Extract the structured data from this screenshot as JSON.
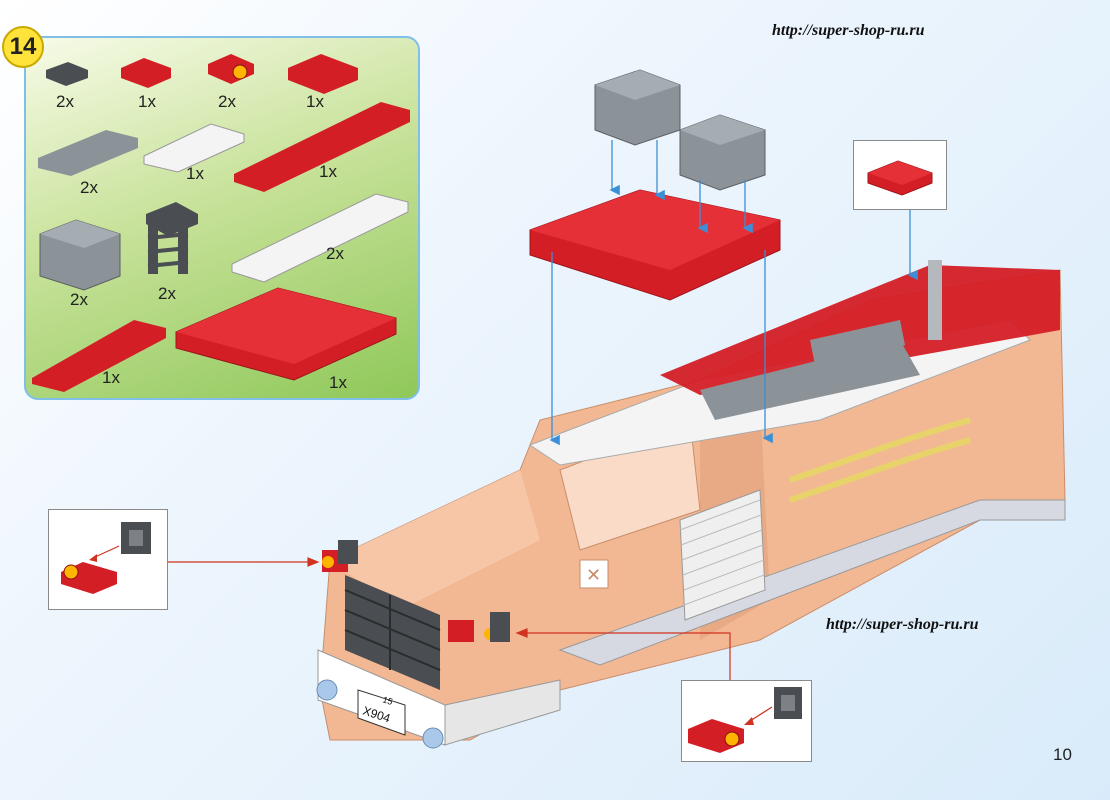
{
  "url_top": "http://super-shop-ru.ru",
  "url_mid": "http://super-shop-ru.ru",
  "page_number": "10",
  "step": "14",
  "parts": [
    {
      "qty": "2x",
      "part": "grey 1x1 tile"
    },
    {
      "qty": "1x",
      "part": "red 1x2 plate"
    },
    {
      "qty": "2x",
      "part": "red 1x2 plate with round light"
    },
    {
      "qty": "1x",
      "part": "red 2x2 plate"
    },
    {
      "qty": "2x",
      "part": "grey 1x4 plate"
    },
    {
      "qty": "1x",
      "part": "white 1x4 plate"
    },
    {
      "qty": "1x",
      "part": "red 1x8 plate"
    },
    {
      "qty": "2x",
      "part": "grey 2x2 brick"
    },
    {
      "qty": "2x",
      "part": "dark grey ladder grille"
    },
    {
      "qty": "2x",
      "part": "white 1x8 plate"
    },
    {
      "qty": "1x",
      "part": "red 1x6 plate"
    },
    {
      "qty": "1x",
      "part": "red 6x6 plate"
    }
  ],
  "plate_text": {
    "line1": "15",
    "line2": "X904"
  },
  "colors": {
    "red": "#d41e26",
    "grey": "#8c9398",
    "dark_grey": "#4a4d51",
    "white": "#f4f4f4",
    "arrow": "#3a8fd6",
    "arrow_red": "#d0331f",
    "body": "#f2b894"
  }
}
